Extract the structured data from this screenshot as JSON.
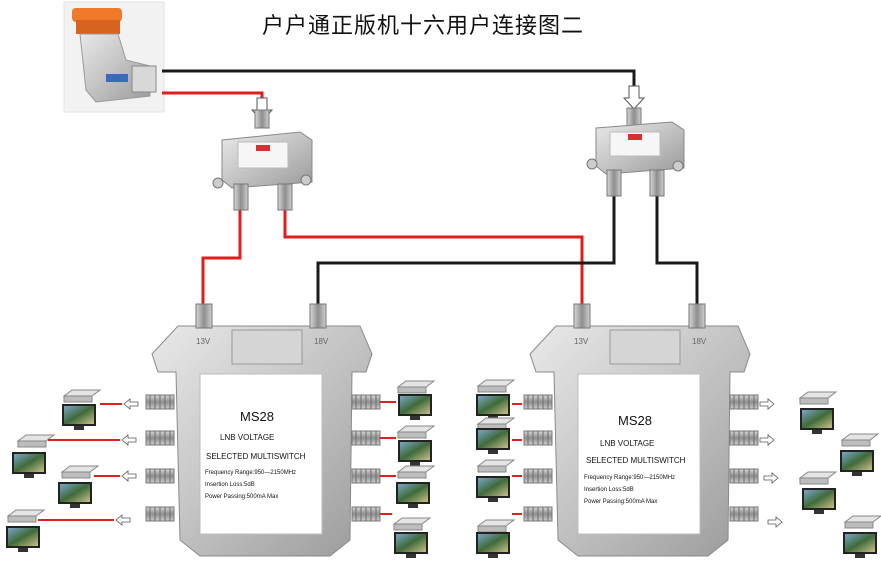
{
  "title": "户户通正版机十六用户连接图二",
  "colors": {
    "red_cable": "#e01e1e",
    "black_cable": "#1a1a1a",
    "metal": "#c8c8c8",
    "lnb_orange": "#f07a2a"
  },
  "lnb": {
    "icon": "satellite-lnb-icon"
  },
  "splitters": [
    {
      "id": "left",
      "icon": "splitter-icon"
    },
    {
      "id": "right",
      "icon": "splitter-icon"
    }
  ],
  "multiswitches": [
    {
      "id": "left",
      "model": "MS28",
      "line1": "LNB VOLTAGE",
      "line2": "SELECTED MULTISWITCH",
      "specs": [
        "Frequency Range:950—2150MHz",
        "Insertion Loss:5dB",
        "Power Passing:500mA Max"
      ],
      "inputs": [
        "13V",
        "18V"
      ]
    },
    {
      "id": "right",
      "model": "MS28",
      "line1": "LNB VOLTAGE",
      "line2": "SELECTED MULTISWITCH",
      "specs": [
        "Frequency Range:950—2150MHz",
        "Insertion Loss:5dB",
        "Power Passing:500mA Max"
      ],
      "inputs": [
        "13V",
        "18V"
      ]
    }
  ],
  "receivers": {
    "count": 16,
    "icon": "set-top-box-tv-icon"
  }
}
